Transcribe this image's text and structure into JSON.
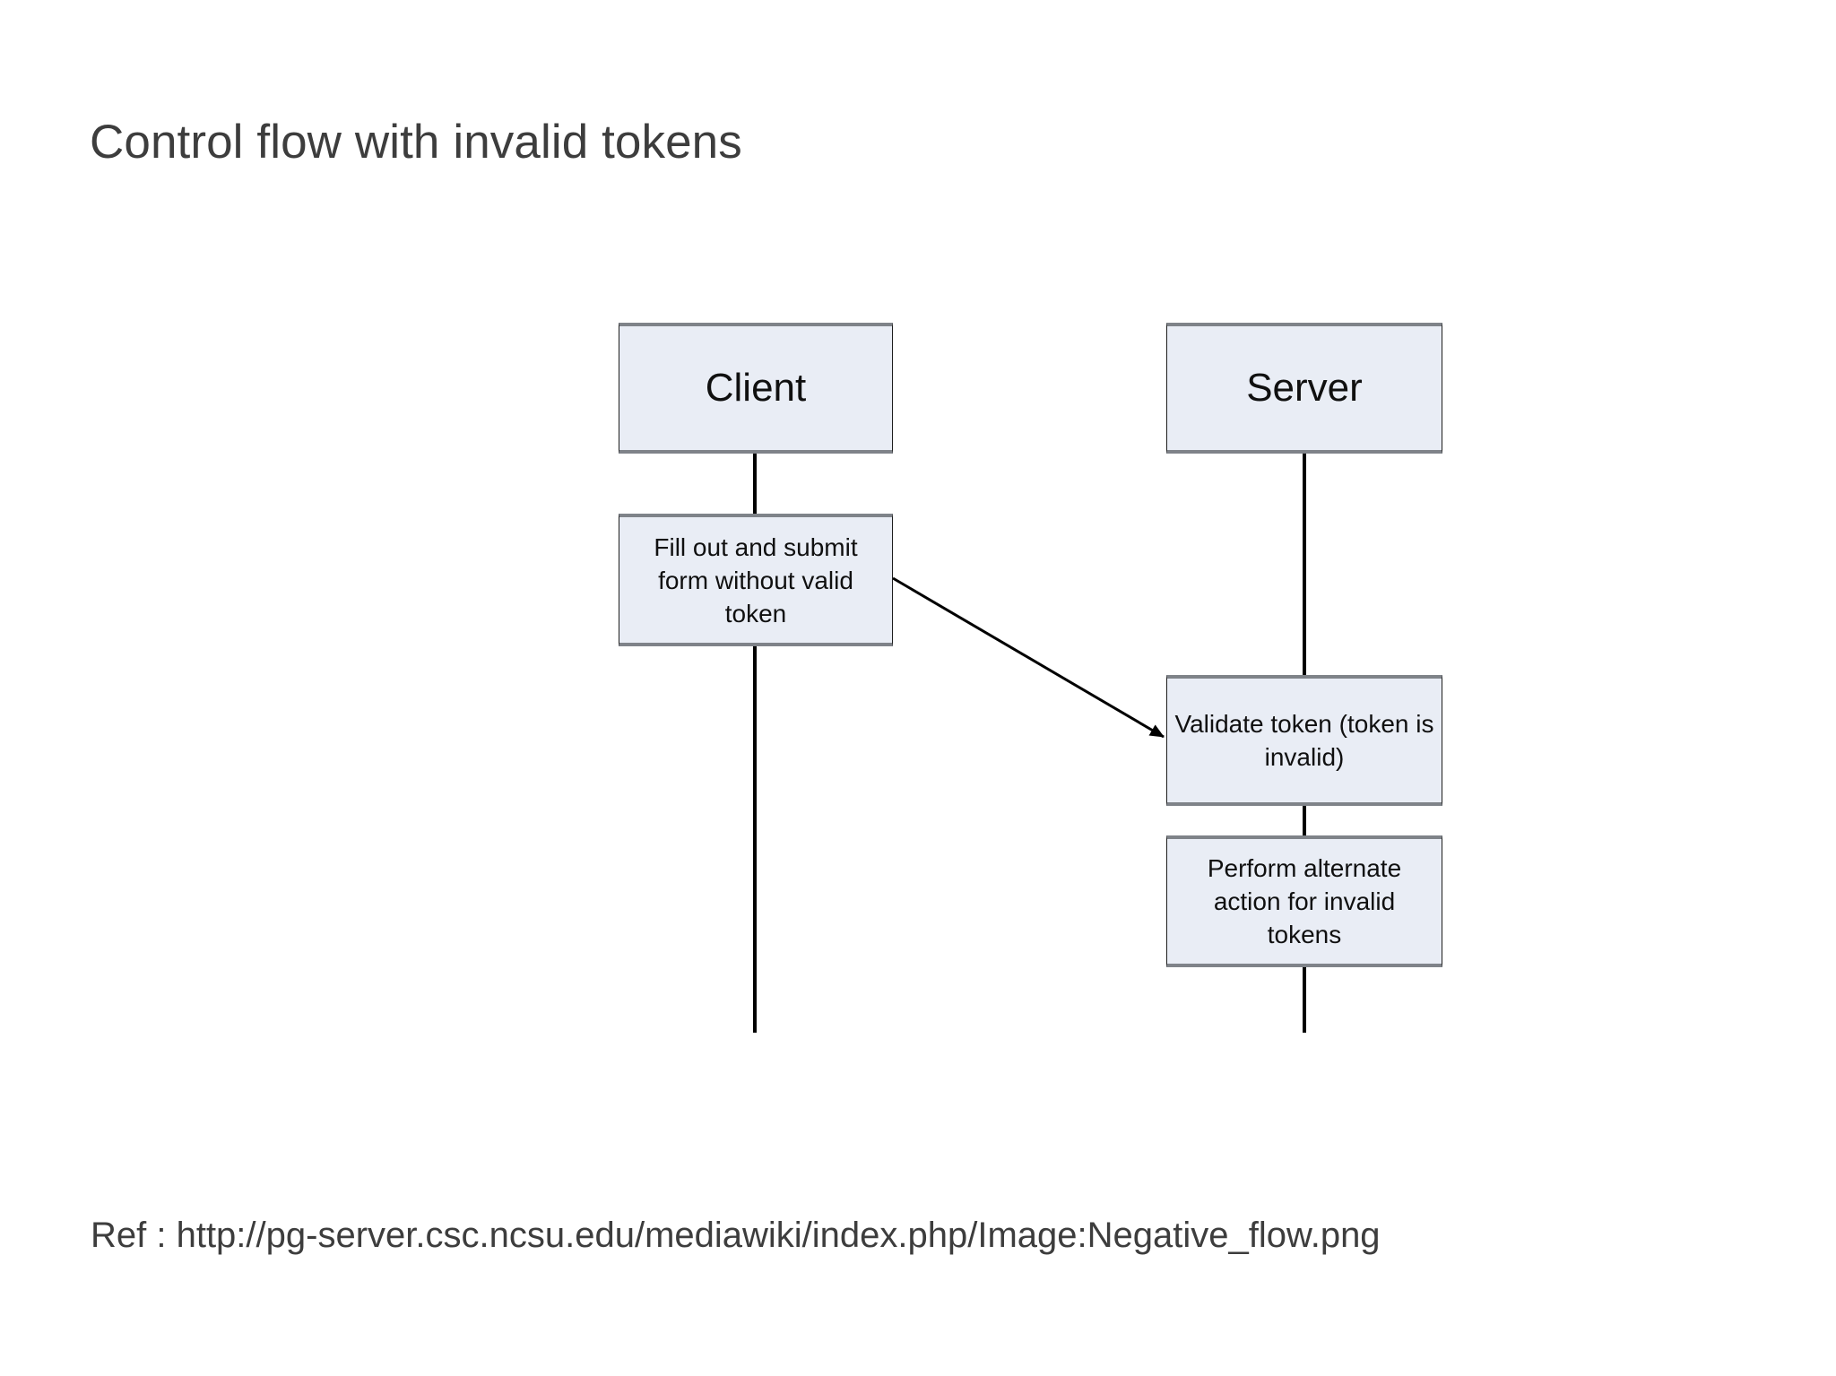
{
  "slide": {
    "title": "Control flow with invalid tokens",
    "background_color": "#ffffff",
    "title_color": "#3d3d3d"
  },
  "diagram": {
    "type": "sequence-diagram",
    "node_fill_color": "#e9edf5",
    "node_border_color": "#1d1d1d",
    "node_shadow_color": "#7f8389",
    "line_color": "#000000",
    "lifelines": [
      {
        "id": "client",
        "label": "Client",
        "activations": [
          {
            "id": "client-act-1",
            "label": "Fill out and submit form without valid token"
          }
        ]
      },
      {
        "id": "server",
        "label": "Server",
        "activations": [
          {
            "id": "server-act-1",
            "label": "Validate token (token is invalid)"
          },
          {
            "id": "server-act-2",
            "label": "Perform alternate action for invalid tokens"
          }
        ]
      }
    ],
    "messages": [
      {
        "id": "msg-submit",
        "from": "client-act-1",
        "to": "server-act-1",
        "label": "",
        "arrowhead": "solid"
      }
    ]
  },
  "footer": {
    "reference_label": "Ref :",
    "reference_url": "http://pg-server.csc.ncsu.edu/mediawiki/index.php/Image:Negative_flow.png",
    "reference_full": "Ref :  http://pg-server.csc.ncsu.edu/mediawiki/index.php/Image:Negative_flow.png"
  }
}
